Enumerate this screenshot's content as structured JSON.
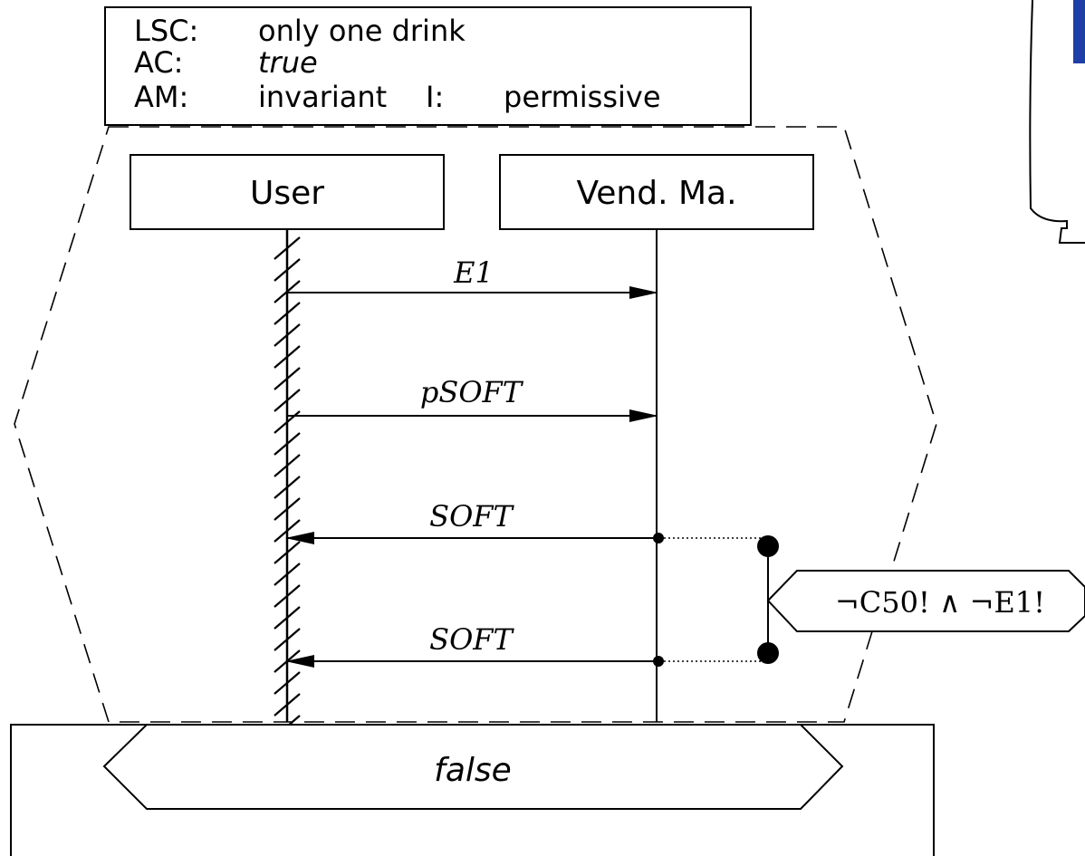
{
  "header": {
    "rows": [
      {
        "key": "LSC:",
        "value": "only one drink"
      },
      {
        "key": "AC:",
        "value": "true"
      },
      {
        "key": "AM:",
        "value": "invariant"
      }
    ],
    "extra_key": "I:",
    "extra_value": "permissive"
  },
  "instances": {
    "user": "User",
    "vending_machine": "Vend. Ma."
  },
  "messages": [
    {
      "label": "E1",
      "from": "User",
      "to": "Vend. Ma."
    },
    {
      "label": "pSOFT",
      "from": "User",
      "to": "Vend. Ma."
    },
    {
      "label": "SOFT",
      "from": "Vend. Ma.",
      "to": "User"
    },
    {
      "label": "SOFT",
      "from": "Vend. Ma.",
      "to": "User"
    }
  ],
  "condition": {
    "label_not_c50": "¬C50! ∧ ¬E1!"
  },
  "prechart_result": {
    "label": "false"
  },
  "colors": {
    "stroke": "#000000",
    "background": "#ffffff",
    "corner_blue": "#1f3fa8"
  }
}
